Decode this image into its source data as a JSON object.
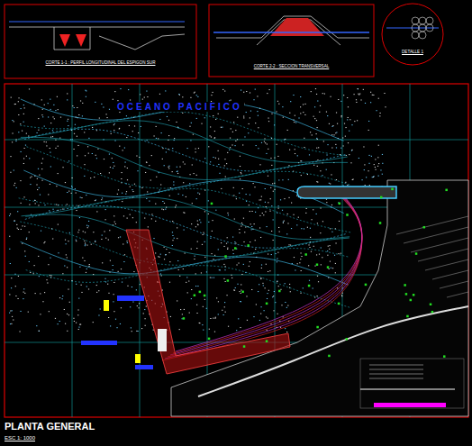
{
  "diagram": {
    "title": "PLANTA GENERAL",
    "caption": "ESC 1: 1000",
    "nodes": [
      {
        "text": [
          "CORTE 1-1 : PERFIL LONGITUDINAL DEL ESPIGON SUR"
        ]
      },
      {
        "text": [
          "CORTE 2-2 : SECCION TRANSVERSAL"
        ]
      },
      {
        "text": [
          "DETALLE 1"
        ]
      }
    ],
    "labels": [
      "OCEANO PACIFICO"
    ]
  }
}
